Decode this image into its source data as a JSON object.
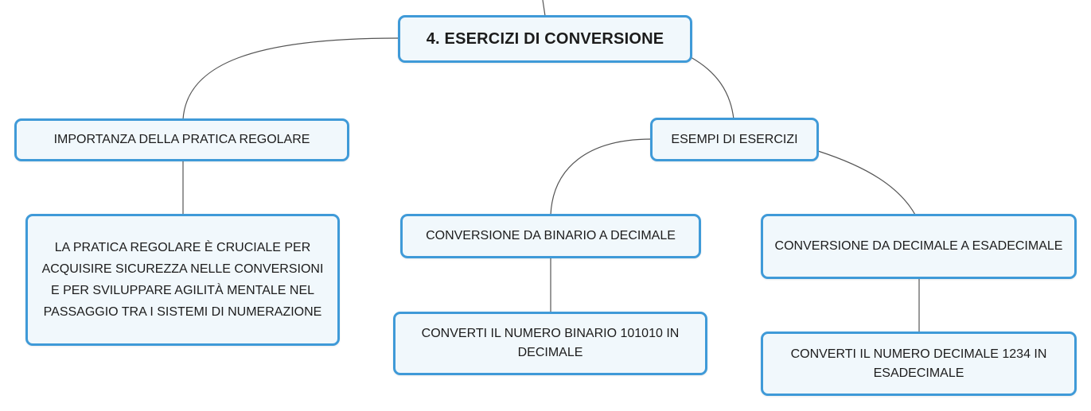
{
  "root": {
    "label": "4. ESERCIZI DI CONVERSIONE"
  },
  "branch_left": {
    "label": "IMPORTANZA DELLA PRATICA REGOLARE",
    "detail": "LA PRATICA REGOLARE È CRUCIALE PER ACQUISIRE SICUREZZA NELLE CONVERSIONI E PER SVILUPPARE AGILITÀ MENTALE NEL PASSAGGIO TRA I SISTEMI DI NUMERAZIONE"
  },
  "branch_right": {
    "label": "ESEMPI DI ESERCIZI",
    "children": [
      {
        "label": "CONVERSIONE DA BINARIO A DECIMALE",
        "detail": "CONVERTI IL NUMERO BINARIO 101010 IN DECIMALE"
      },
      {
        "label": "CONVERSIONE DA DECIMALE A ESADECIMALE",
        "detail": "CONVERTI IL NUMERO DECIMALE 1234 IN ESADECIMALE"
      }
    ]
  },
  "colors": {
    "node_border": "#3f9ad8",
    "node_fill": "#f1f8fc",
    "connector": "#555555",
    "text": "#1c1c1c"
  }
}
